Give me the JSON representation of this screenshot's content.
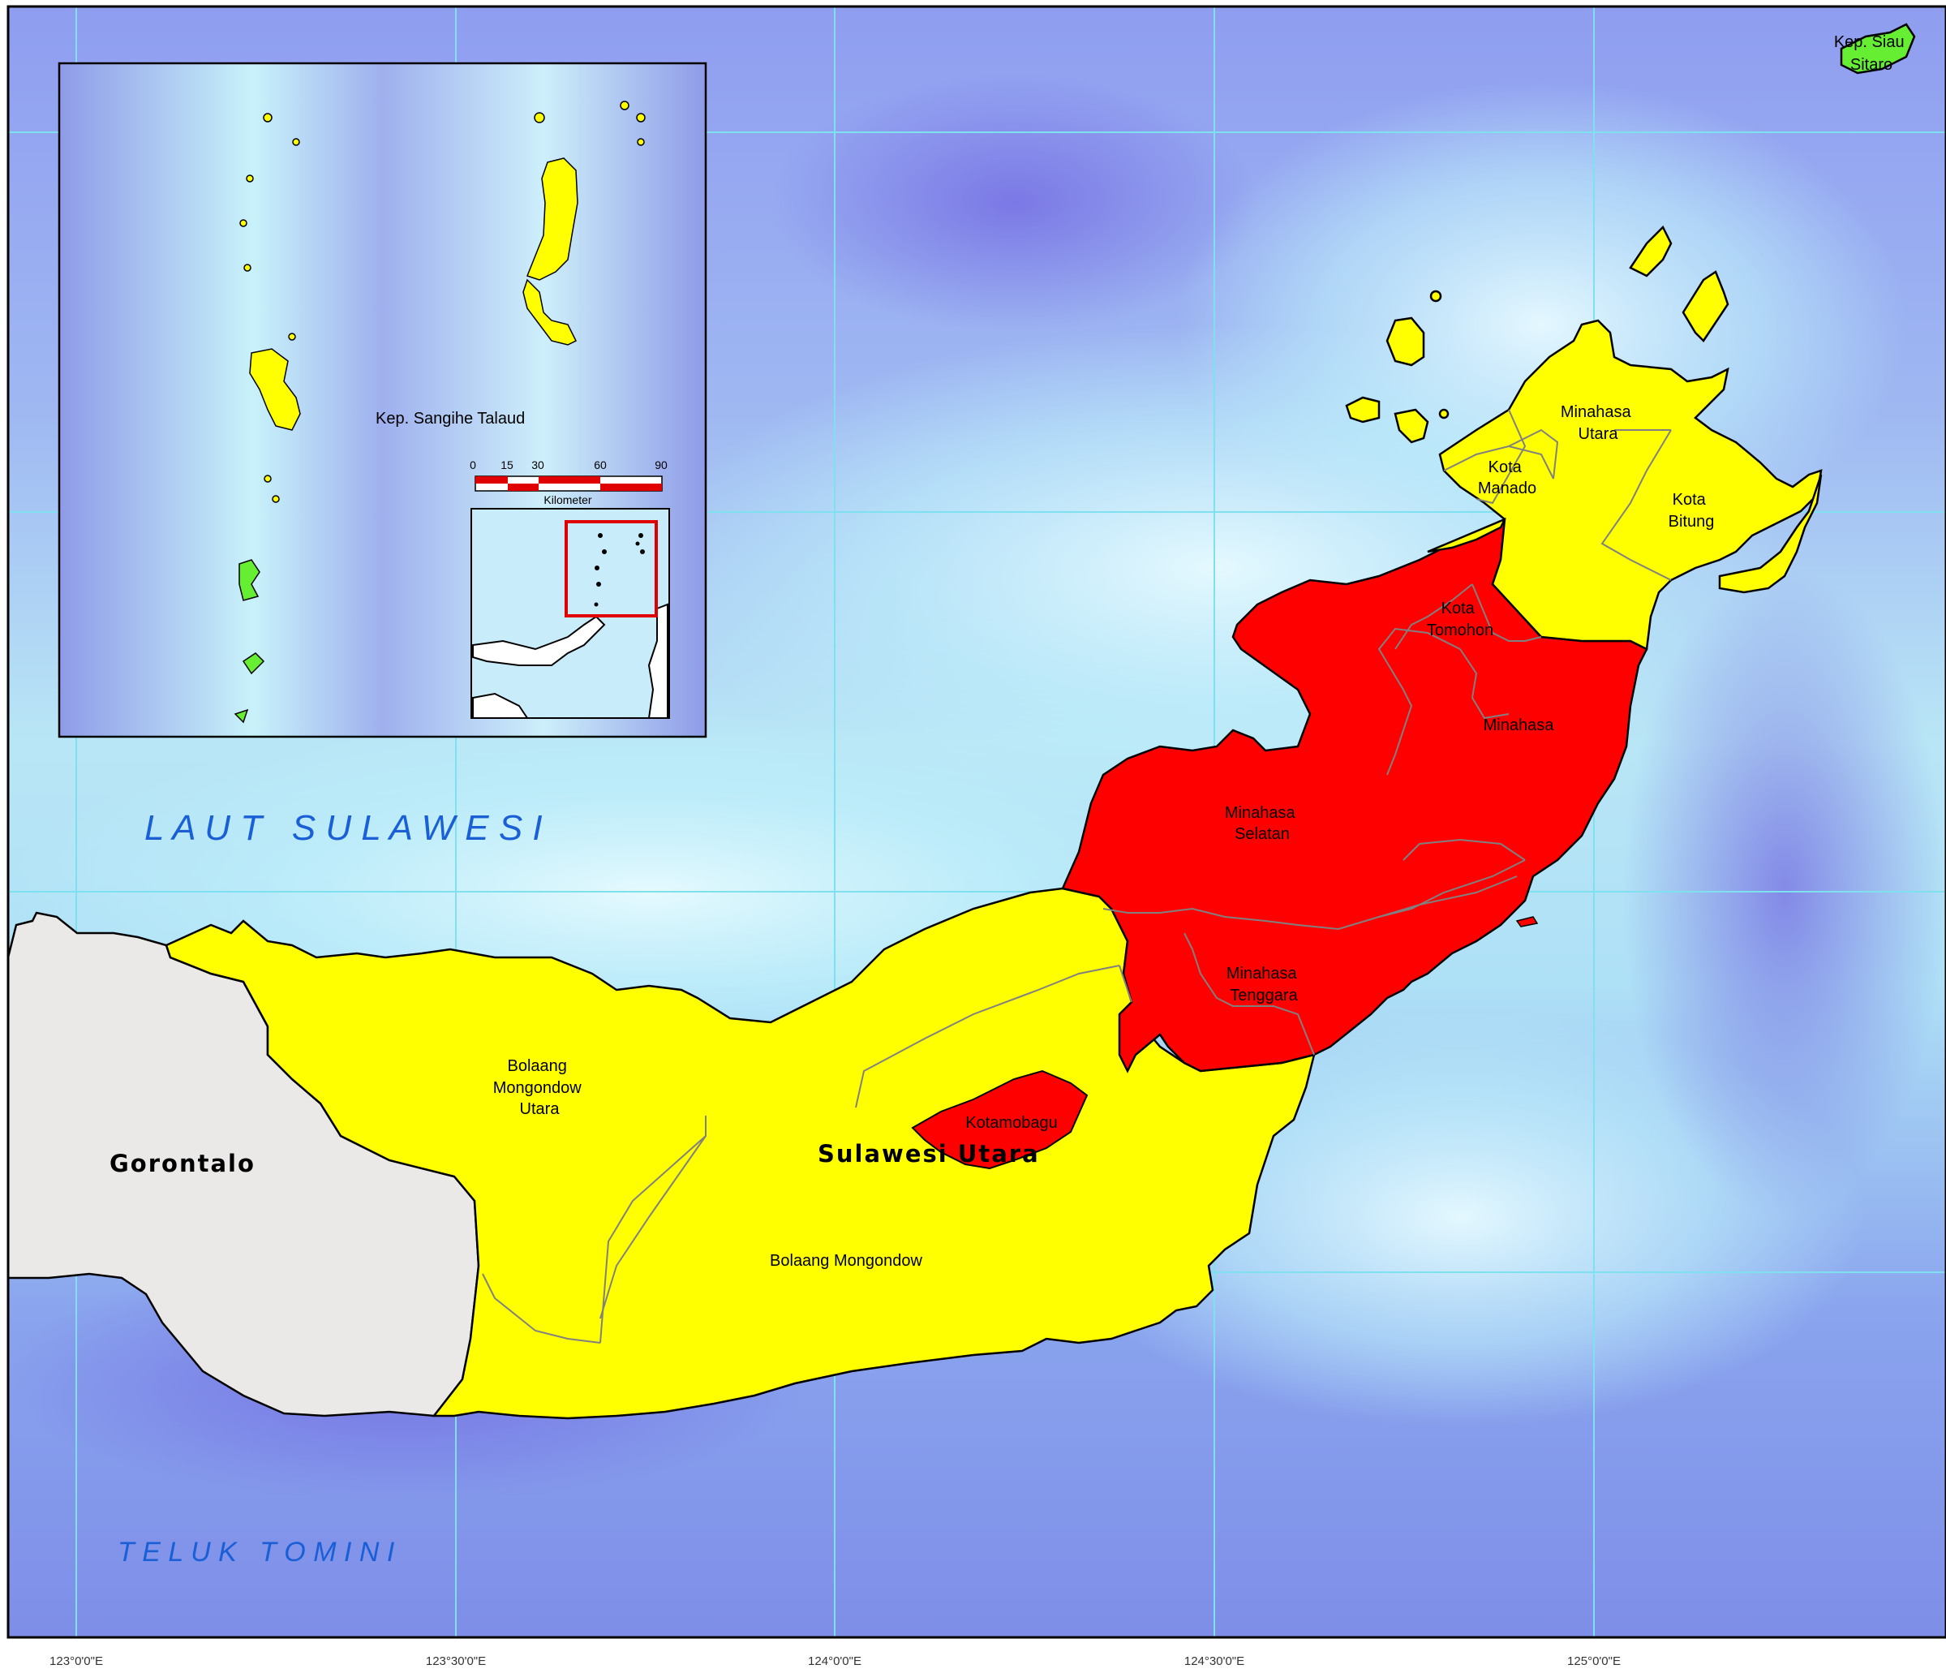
{
  "map": {
    "sea_labels": {
      "sulawesi_sea": "L A U T   S U L A W E S I",
      "tomini_bay": "T E L U K   T O M I N I"
    },
    "province": "Sulawesi Utara",
    "neighbor": "Gorontalo",
    "regions": {
      "minahasa_utara": [
        "Minahasa",
        "Utara"
      ],
      "kota_manado": [
        "Kota",
        "Manado"
      ],
      "kota_bitung": [
        "Kota",
        "Bitung"
      ],
      "kota_tomohon": [
        "Kota",
        "Tomohon"
      ],
      "minahasa": [
        "Minahasa"
      ],
      "minahasa_selatan": [
        "Minahasa",
        "Selatan"
      ],
      "minahasa_tenggara": [
        "Minahasa",
        "Tenggara"
      ],
      "bolaang_mongondow_utara": [
        "Bolaang",
        "Mongondow",
        "Utara"
      ],
      "kotamobagu": [
        "Kotamobagu"
      ],
      "bolaang_mongondow": [
        "Bolaang Mongondow"
      ],
      "kep_siau": [
        "Kep. Siau",
        "Sitaro"
      ]
    },
    "inset": {
      "label": "Kep. Sangihe Talaud",
      "scale_ticks": [
        "0",
        "15",
        "30",
        "60",
        "90"
      ],
      "scale_unit": "Kilometer"
    },
    "longitude_labels": [
      "123°0'0\"E",
      "123°30'0\"E",
      "124°0'0\"E",
      "124°30'0\"E",
      "125°0'0\"E"
    ],
    "colors": {
      "highlight_red": "#ff0000",
      "yellow": "#ffff00",
      "green": "#66ee33",
      "neighbor_gray": "#ebe8e8",
      "sea_label_blue": "#1a5fd6",
      "grid": "#7fe0f0"
    }
  }
}
